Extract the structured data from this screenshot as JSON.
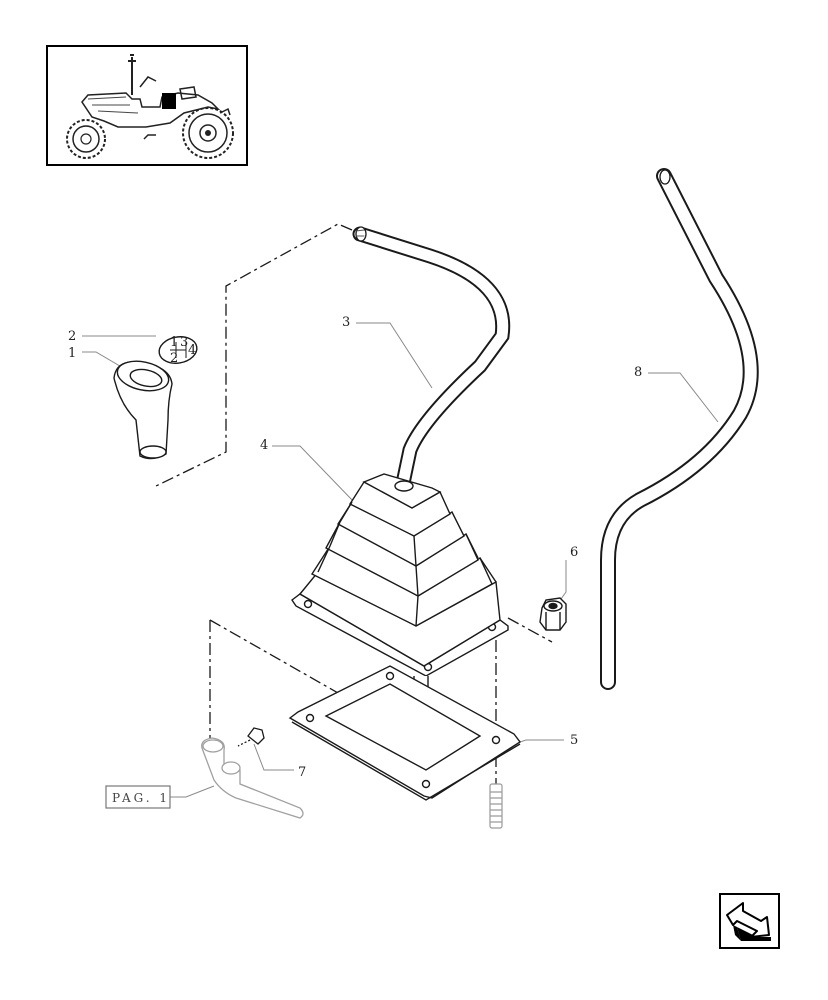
{
  "callouts": {
    "c1": "1",
    "c2": "2",
    "c3": "3",
    "c4": "4",
    "c5": "5",
    "c6": "6",
    "c7": "7",
    "c8": "8"
  },
  "reference_box": {
    "label": "PAG. 1"
  },
  "shift_pattern_label": {
    "n1": "1",
    "n2": "2",
    "n3": "3",
    "n4": "4"
  },
  "icons": {
    "thumbnail": "tractor-location-icon",
    "navigation": "next-page-arrow-icon"
  },
  "colors": {
    "line": "#1a1a1a",
    "faint_line": "#8a8a8a",
    "highlight": "#000000"
  }
}
